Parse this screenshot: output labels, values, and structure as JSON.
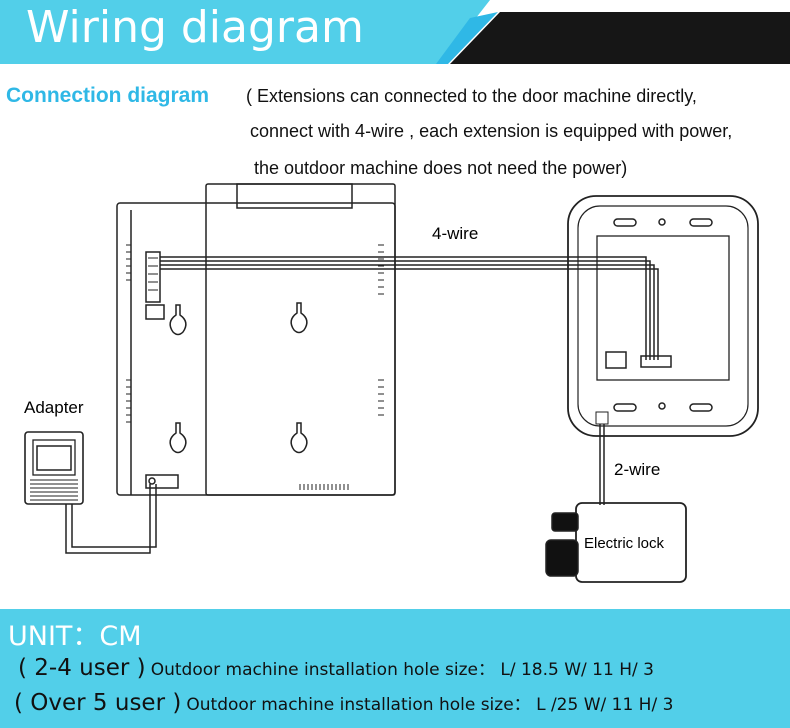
{
  "header": {
    "title": "Wiring diagram",
    "accent_color": "#52cfe9",
    "dark_color": "#161616"
  },
  "connection": {
    "heading": "Connection diagram",
    "line1": "( Extensions can connected to the door machine directly,",
    "line2": "connect with 4-wire , each extension is equipped with power,",
    "line3": "the outdoor machine does not need the power)"
  },
  "diagram": {
    "label_4wire": "4-wire",
    "label_adapter": "Adapter",
    "label_2wire": "2-wire",
    "label_lock": "Electric lock"
  },
  "unit": {
    "title": "UNIT：CM",
    "row1_prefix": "( 2-4 user )",
    "row1_text": "Outdoor machine installation hole size： L/ 18.5   W/ 11    H/ 3",
    "row2_prefix": "( Over 5 user )",
    "row2_text": "Outdoor machine installation hole size： L /25  W/ 11    H/ 3"
  }
}
